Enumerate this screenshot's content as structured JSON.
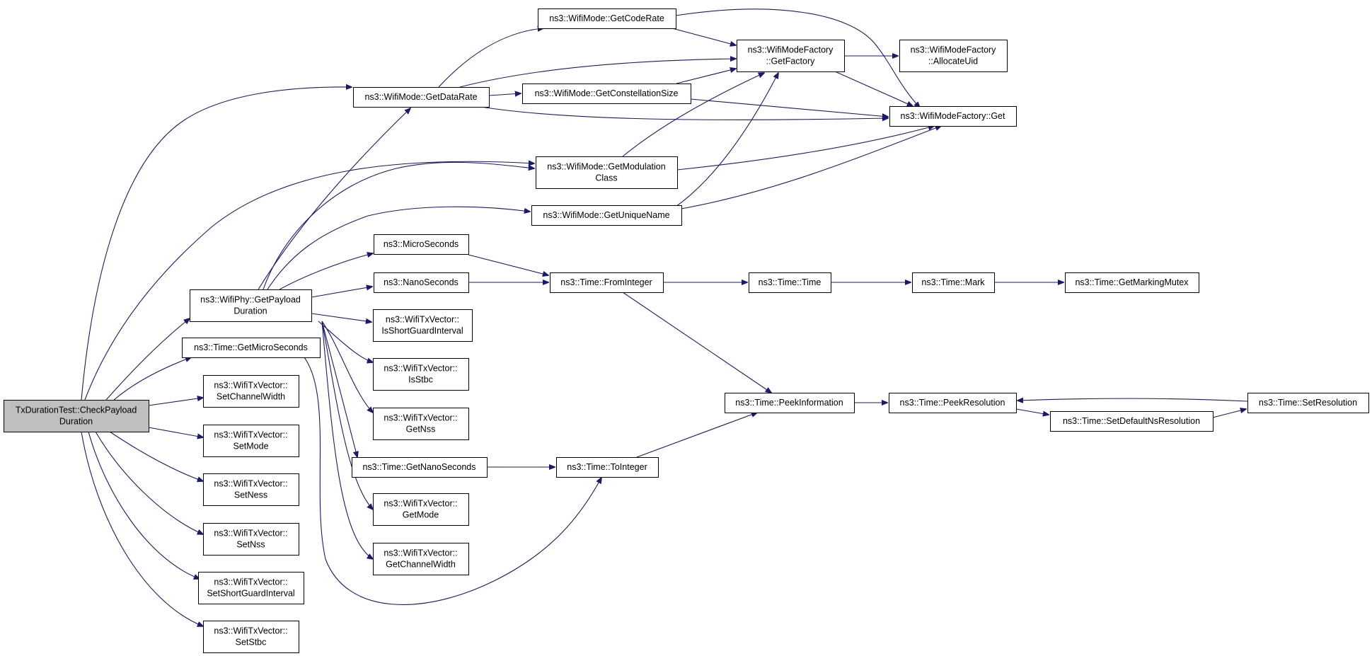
{
  "nodes": [
    {
      "id": "root",
      "lines": [
        "TxDurationTest::CheckPayload",
        "Duration"
      ],
      "root": true
    },
    {
      "id": "getDataRate",
      "lines": [
        "ns3::WifiMode::GetDataRate"
      ]
    },
    {
      "id": "getCodeRate",
      "lines": [
        "ns3::WifiMode::GetCodeRate"
      ]
    },
    {
      "id": "getConstellationSize",
      "lines": [
        "ns3::WifiMode::GetConstellationSize"
      ]
    },
    {
      "id": "getModulationClass",
      "lines": [
        "ns3::WifiMode::GetModulation",
        "Class"
      ]
    },
    {
      "id": "getUniqueName",
      "lines": [
        "ns3::WifiMode::GetUniqueName"
      ]
    },
    {
      "id": "factoryGetFactory",
      "lines": [
        "ns3::WifiModeFactory",
        "::GetFactory"
      ]
    },
    {
      "id": "factoryAllocateUid",
      "lines": [
        "ns3::WifiModeFactory",
        "::AllocateUid"
      ]
    },
    {
      "id": "factoryGet",
      "lines": [
        "ns3::WifiModeFactory::Get"
      ]
    },
    {
      "id": "getPayloadDuration",
      "lines": [
        "ns3::WifiPhy::GetPayload",
        "Duration"
      ]
    },
    {
      "id": "getMicroSeconds",
      "lines": [
        "ns3::Time::GetMicroSeconds"
      ]
    },
    {
      "id": "setChannelWidth",
      "lines": [
        "ns3::WifiTxVector::",
        "SetChannelWidth"
      ]
    },
    {
      "id": "setMode",
      "lines": [
        "ns3::WifiTxVector::",
        "SetMode"
      ]
    },
    {
      "id": "setNess",
      "lines": [
        "ns3::WifiTxVector::",
        "SetNess"
      ]
    },
    {
      "id": "setNss",
      "lines": [
        "ns3::WifiTxVector::",
        "SetNss"
      ]
    },
    {
      "id": "setShortGuardInterval",
      "lines": [
        "ns3::WifiTxVector::",
        "SetShortGuardInterval"
      ]
    },
    {
      "id": "setStbc",
      "lines": [
        "ns3::WifiTxVector::",
        "SetStbc"
      ]
    },
    {
      "id": "microSeconds",
      "lines": [
        "ns3::MicroSeconds"
      ]
    },
    {
      "id": "nanoSeconds",
      "lines": [
        "ns3::NanoSeconds"
      ]
    },
    {
      "id": "isShortGuardInterval",
      "lines": [
        "ns3::WifiTxVector::",
        "IsShortGuardInterval"
      ]
    },
    {
      "id": "isStbc",
      "lines": [
        "ns3::WifiTxVector::",
        "IsStbc"
      ]
    },
    {
      "id": "getNss",
      "lines": [
        "ns3::WifiTxVector::",
        "GetNss"
      ]
    },
    {
      "id": "getNanoSeconds",
      "lines": [
        "ns3::Time::GetNanoSeconds"
      ]
    },
    {
      "id": "getMode",
      "lines": [
        "ns3::WifiTxVector::",
        "GetMode"
      ]
    },
    {
      "id": "getChannelWidth",
      "lines": [
        "ns3::WifiTxVector::",
        "GetChannelWidth"
      ]
    },
    {
      "id": "fromInteger",
      "lines": [
        "ns3::Time::FromInteger"
      ]
    },
    {
      "id": "timeTime",
      "lines": [
        "ns3::Time::Time"
      ]
    },
    {
      "id": "timeMark",
      "lines": [
        "ns3::Time::Mark"
      ]
    },
    {
      "id": "getMarkingMutex",
      "lines": [
        "ns3::Time::GetMarkingMutex"
      ]
    },
    {
      "id": "peekInformation",
      "lines": [
        "ns3::Time::PeekInformation"
      ]
    },
    {
      "id": "peekResolution",
      "lines": [
        "ns3::Time::PeekResolution"
      ]
    },
    {
      "id": "setDefaultNsResolution",
      "lines": [
        "ns3::Time::SetDefaultNsResolution"
      ]
    },
    {
      "id": "setResolution",
      "lines": [
        "ns3::Time::SetResolution"
      ]
    },
    {
      "id": "toInteger",
      "lines": [
        "ns3::Time::ToInteger"
      ]
    }
  ],
  "edges": [
    [
      "root",
      "getDataRate"
    ],
    [
      "root",
      "getModulationClass"
    ],
    [
      "root",
      "getPayloadDuration"
    ],
    [
      "root",
      "getMicroSeconds"
    ],
    [
      "root",
      "setChannelWidth"
    ],
    [
      "root",
      "setMode"
    ],
    [
      "root",
      "setNess"
    ],
    [
      "root",
      "setNss"
    ],
    [
      "root",
      "setShortGuardInterval"
    ],
    [
      "root",
      "setStbc"
    ],
    [
      "getDataRate",
      "getCodeRate"
    ],
    [
      "getDataRate",
      "factoryGetFactory"
    ],
    [
      "getDataRate",
      "getConstellationSize"
    ],
    [
      "getDataRate",
      "factoryGet"
    ],
    [
      "getCodeRate",
      "factoryGetFactory"
    ],
    [
      "getCodeRate",
      "factoryGet"
    ],
    [
      "getConstellationSize",
      "factoryGetFactory"
    ],
    [
      "getConstellationSize",
      "factoryGet"
    ],
    [
      "getModulationClass",
      "factoryGetFactory"
    ],
    [
      "getModulationClass",
      "factoryGet"
    ],
    [
      "getUniqueName",
      "factoryGetFactory"
    ],
    [
      "getUniqueName",
      "factoryGet"
    ],
    [
      "factoryGetFactory",
      "factoryAllocateUid"
    ],
    [
      "factoryGetFactory",
      "factoryGet"
    ],
    [
      "getPayloadDuration",
      "getDataRate"
    ],
    [
      "getPayloadDuration",
      "getModulationClass"
    ],
    [
      "getPayloadDuration",
      "getUniqueName"
    ],
    [
      "getPayloadDuration",
      "microSeconds"
    ],
    [
      "getPayloadDuration",
      "nanoSeconds"
    ],
    [
      "getPayloadDuration",
      "isShortGuardInterval"
    ],
    [
      "getPayloadDuration",
      "isStbc"
    ],
    [
      "getPayloadDuration",
      "getNss"
    ],
    [
      "getPayloadDuration",
      "getNanoSeconds"
    ],
    [
      "getPayloadDuration",
      "getMode"
    ],
    [
      "getPayloadDuration",
      "getChannelWidth"
    ],
    [
      "getMicroSeconds",
      "toInteger"
    ],
    [
      "microSeconds",
      "fromInteger"
    ],
    [
      "nanoSeconds",
      "fromInteger"
    ],
    [
      "fromInteger",
      "timeTime"
    ],
    [
      "fromInteger",
      "peekInformation"
    ],
    [
      "timeTime",
      "timeMark"
    ],
    [
      "timeMark",
      "getMarkingMutex"
    ],
    [
      "getNanoSeconds",
      "toInteger"
    ],
    [
      "toInteger",
      "peekInformation"
    ],
    [
      "peekInformation",
      "peekResolution"
    ],
    [
      "peekResolution",
      "setDefaultNsResolution"
    ],
    [
      "setDefaultNsResolution",
      "setResolution"
    ],
    [
      "setResolution",
      "peekResolution"
    ]
  ]
}
